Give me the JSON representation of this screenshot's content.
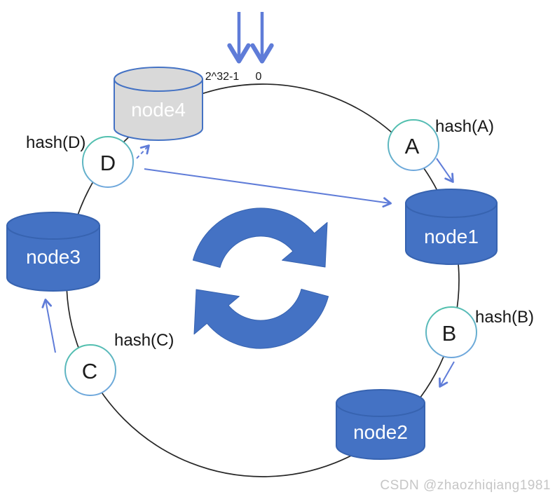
{
  "diagram": {
    "kind": "consistent-hashing-ring"
  },
  "colors": {
    "node_fill": "#4472C4",
    "node_stroke": "#3763B0",
    "node4_fill": "#D9D9D9",
    "node4_stroke": "#4472C4",
    "ring_stroke": "#262626",
    "arrow": "#5F7CD8",
    "circle_fill": "#FFFFFF",
    "circle_stroke_top": "#4EC3A8",
    "circle_stroke_bottom": "#6FA8DC",
    "sync_icon_fill": "#4472C4",
    "sync_icon_stroke": "#3763B0",
    "label_color": "#171717",
    "watermark_color": "#C6C6C6"
  },
  "ring": {
    "max_label": "2^32-1",
    "zero_label": "0"
  },
  "nodes": [
    {
      "id": "node4",
      "label": "node4"
    },
    {
      "id": "node1",
      "label": "node1"
    },
    {
      "id": "node2",
      "label": "node2"
    },
    {
      "id": "node3",
      "label": "node3"
    }
  ],
  "points": [
    {
      "id": "A",
      "label": "A",
      "hash": "hash(A)"
    },
    {
      "id": "B",
      "label": "B",
      "hash": "hash(B)"
    },
    {
      "id": "C",
      "label": "C",
      "hash": "hash(C)"
    },
    {
      "id": "D",
      "label": "D",
      "hash": "hash(D)"
    }
  ],
  "watermark": "CSDN @zhaozhiqiang1981"
}
